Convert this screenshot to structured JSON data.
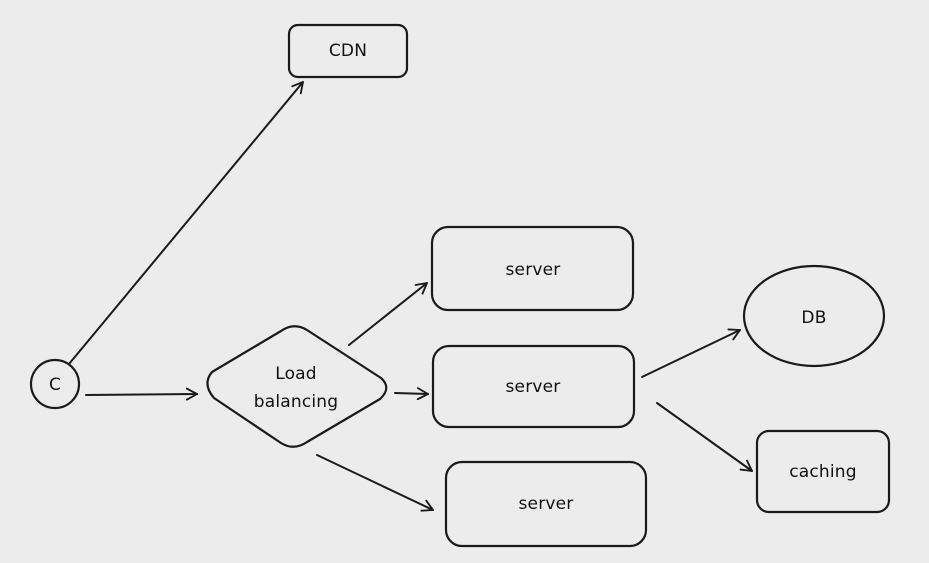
{
  "diagram": {
    "nodes": {
      "cdn": {
        "label": "CDN"
      },
      "client": {
        "label": "C"
      },
      "load_balancer": {
        "label_line1": "Load",
        "label_line2": "balancing"
      },
      "server_top": {
        "label": "server"
      },
      "server_middle": {
        "label": "server"
      },
      "server_bottom": {
        "label": "server"
      },
      "db": {
        "label": "DB"
      },
      "caching": {
        "label": "caching"
      }
    },
    "edges": [
      {
        "from": "C",
        "to": "CDN"
      },
      {
        "from": "C",
        "to": "Load balancing"
      },
      {
        "from": "Load balancing",
        "to": "server (top)"
      },
      {
        "from": "Load balancing",
        "to": "server (middle)"
      },
      {
        "from": "Load balancing",
        "to": "server (bottom)"
      },
      {
        "from": "server (middle)",
        "to": "DB"
      },
      {
        "from": "server (middle)",
        "to": "caching"
      }
    ],
    "colors": {
      "background": "#ececec",
      "stroke": "#1a1a1a"
    }
  }
}
